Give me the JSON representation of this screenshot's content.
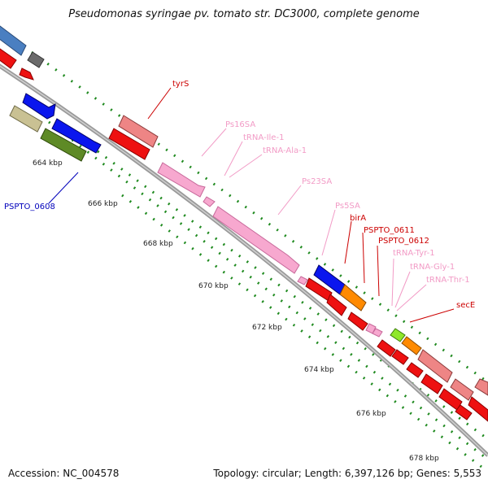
{
  "title": "Pseudomonas syringae pv. tomato str. DC3000, complete genome",
  "footer": {
    "accession": "Accession: NC_004578",
    "summary": "Topology: circular; Length: 6,397,126 bp; Genes: 5,553"
  },
  "ticks": [
    "664 kbp",
    "666 kbp",
    "668 kbp",
    "670 kbp",
    "672 kbp",
    "674 kbp",
    "676 kbp",
    "678 kbp"
  ],
  "labels": {
    "tyrS": "tyrS",
    "ps16sa": "Ps16SA",
    "trna_ile": "tRNA-Ile-1",
    "trna_ala": "tRNA-Ala-1",
    "ps23sa": "Ps23SA",
    "ps5sa": "Ps5SA",
    "birA": "birA",
    "pspto_0611": "PSPTO_0611",
    "pspto_0612": "PSPTO_0612",
    "trna_tyr": "tRNA-Tyr-1",
    "trna_gly": "tRNA-Gly-1",
    "trna_thr": "tRNA-Thr-1",
    "secE": "secE",
    "pspto_0608": "PSPTO_0608"
  },
  "colors": {
    "backbone": "#9a9a9a",
    "tick": "#1f8a1f",
    "gene_red": "#ee1111",
    "rrna": "#f7a8cf",
    "label_red": "#cc0000",
    "label_pink": "#f29bc6",
    "label_blue": "#0000bb"
  }
}
